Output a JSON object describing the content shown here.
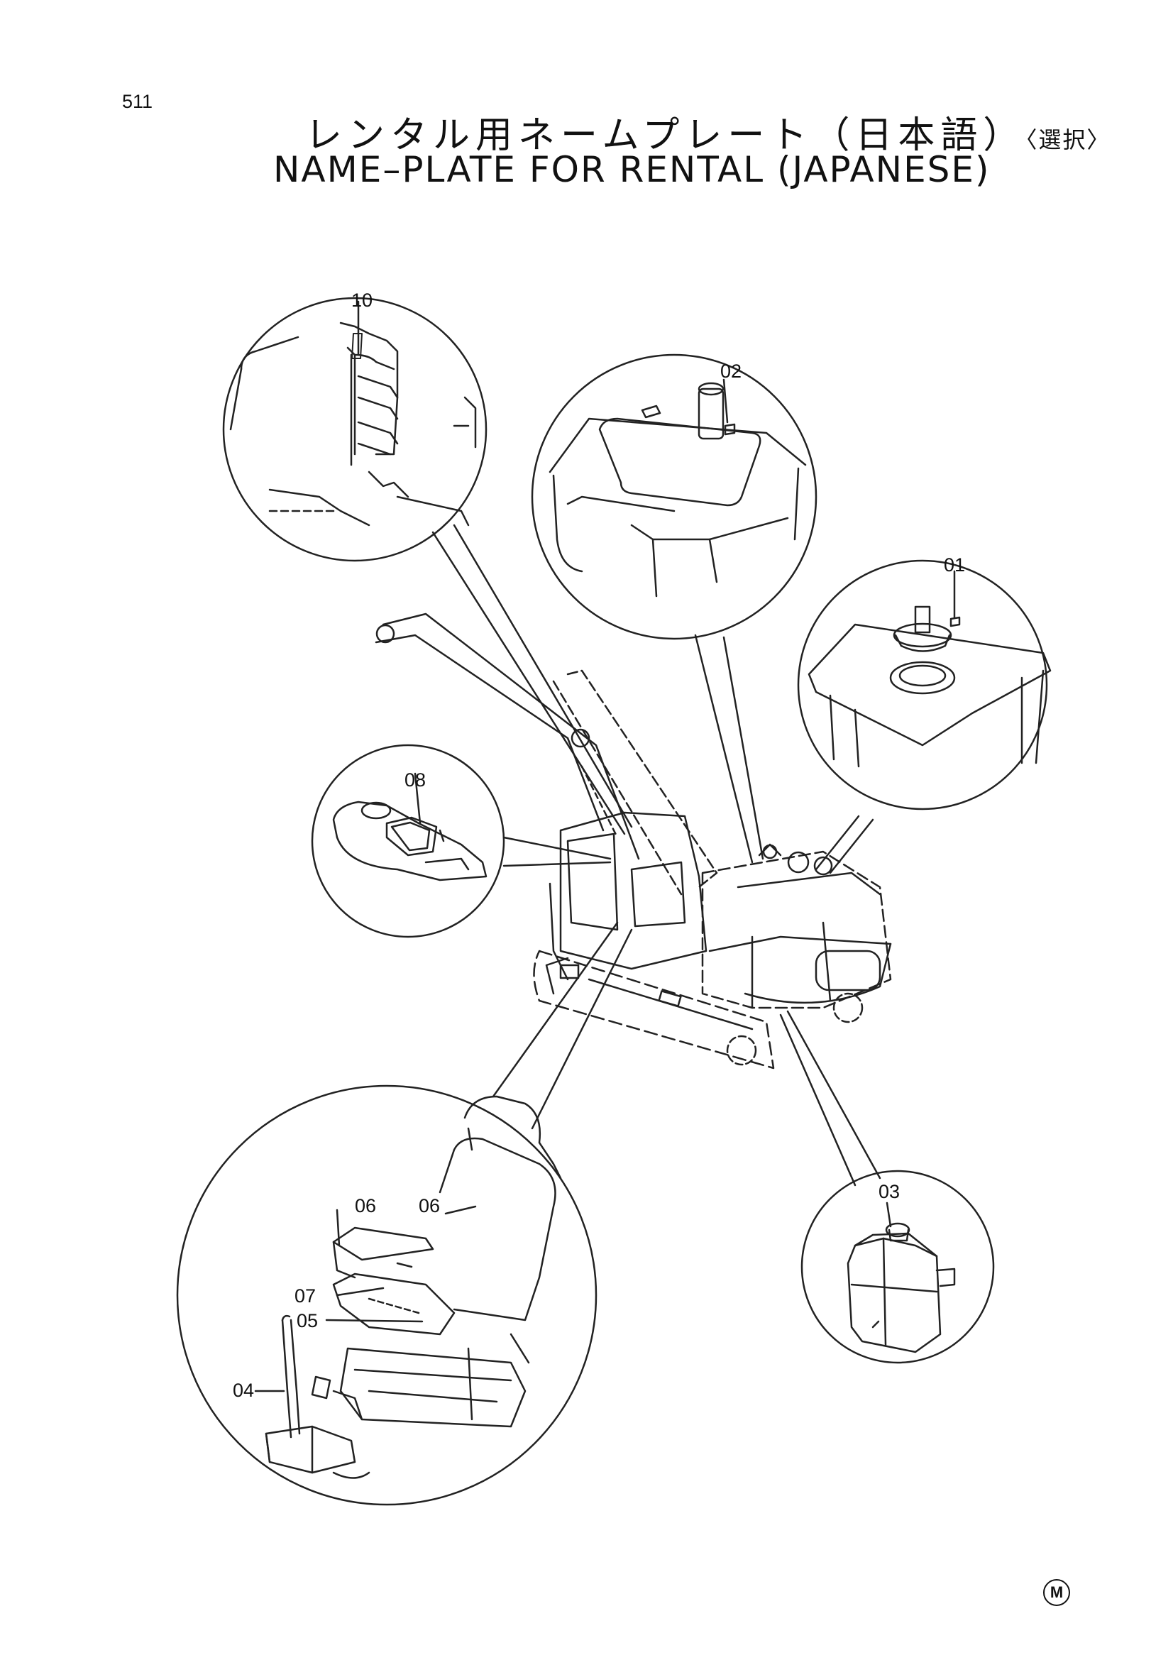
{
  "header": {
    "page_number": "511",
    "title_jp": "レンタル用ネームプレート（日本語）",
    "title_jp_option": "〈選択〉",
    "title_en": "NAME–PLATE FOR RENTAL (JAPANESE)"
  },
  "callouts": {
    "c01": "01",
    "c02": "02",
    "c03": "03",
    "c04": "04",
    "c05": "05",
    "c06a": "06",
    "c06b": "06",
    "c07": "07",
    "c08": "08",
    "c10": "10"
  },
  "footer": {
    "mark": "M"
  }
}
